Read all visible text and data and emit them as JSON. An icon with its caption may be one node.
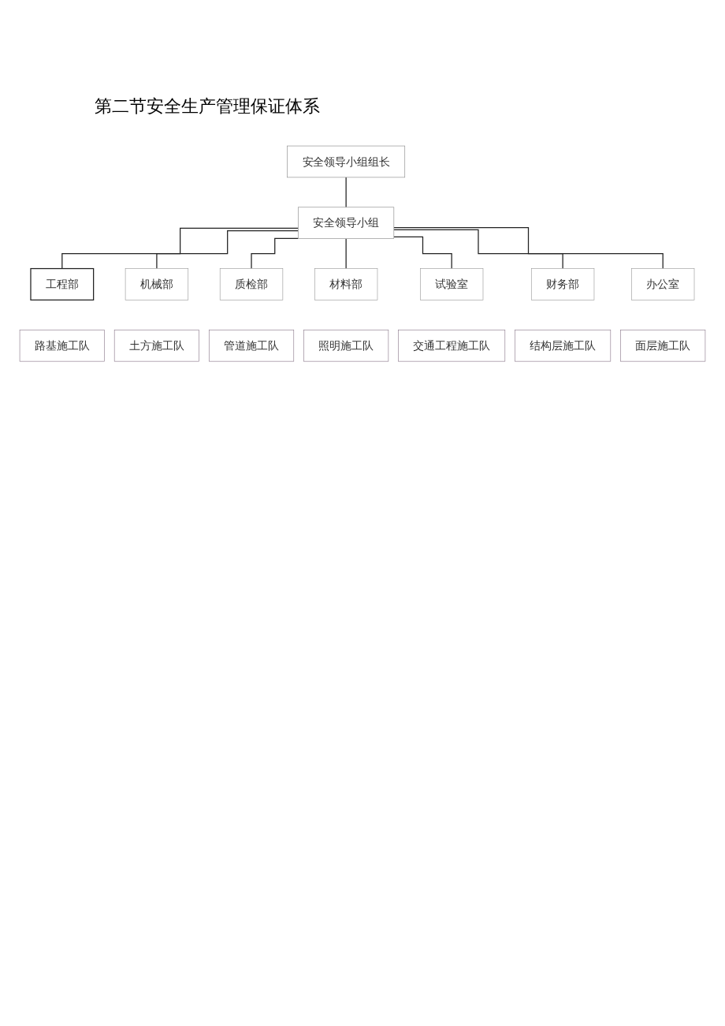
{
  "diagram": {
    "title": "第二节安全生产管理保证体系",
    "nodes": [
      {
        "text": [
          "安全领导小组组长"
        ]
      },
      {
        "text": [
          "安全领导小组"
        ]
      },
      {
        "text": [
          "工程部"
        ]
      },
      {
        "text": [
          "机械部"
        ]
      },
      {
        "text": [
          "质检部"
        ]
      },
      {
        "text": [
          "材料部"
        ]
      },
      {
        "text": [
          "试验室"
        ]
      },
      {
        "text": [
          "财务部"
        ]
      },
      {
        "text": [
          "办公室"
        ]
      },
      {
        "text": [
          "路基施工队"
        ]
      },
      {
        "text": [
          "土方施工队"
        ]
      },
      {
        "text": [
          "管道施工队"
        ]
      },
      {
        "text": [
          "照明施工队"
        ]
      },
      {
        "text": [
          "交通工程施工队"
        ]
      },
      {
        "text": [
          "结构层施工队"
        ]
      },
      {
        "text": [
          "面层施工队"
        ]
      }
    ],
    "edges": [
      {
        "from": 0,
        "to": 1,
        "arrow": "none"
      },
      {
        "from": 1,
        "to": 2,
        "arrow": "none"
      },
      {
        "from": 1,
        "to": 3,
        "arrow": "none"
      },
      {
        "from": 1,
        "to": 4,
        "arrow": "none"
      },
      {
        "from": 1,
        "to": 5,
        "arrow": "none"
      },
      {
        "from": 1,
        "to": 6,
        "arrow": "none"
      },
      {
        "from": 1,
        "to": 7,
        "arrow": "none"
      },
      {
        "from": 1,
        "to": 8,
        "arrow": "none"
      }
    ]
  }
}
